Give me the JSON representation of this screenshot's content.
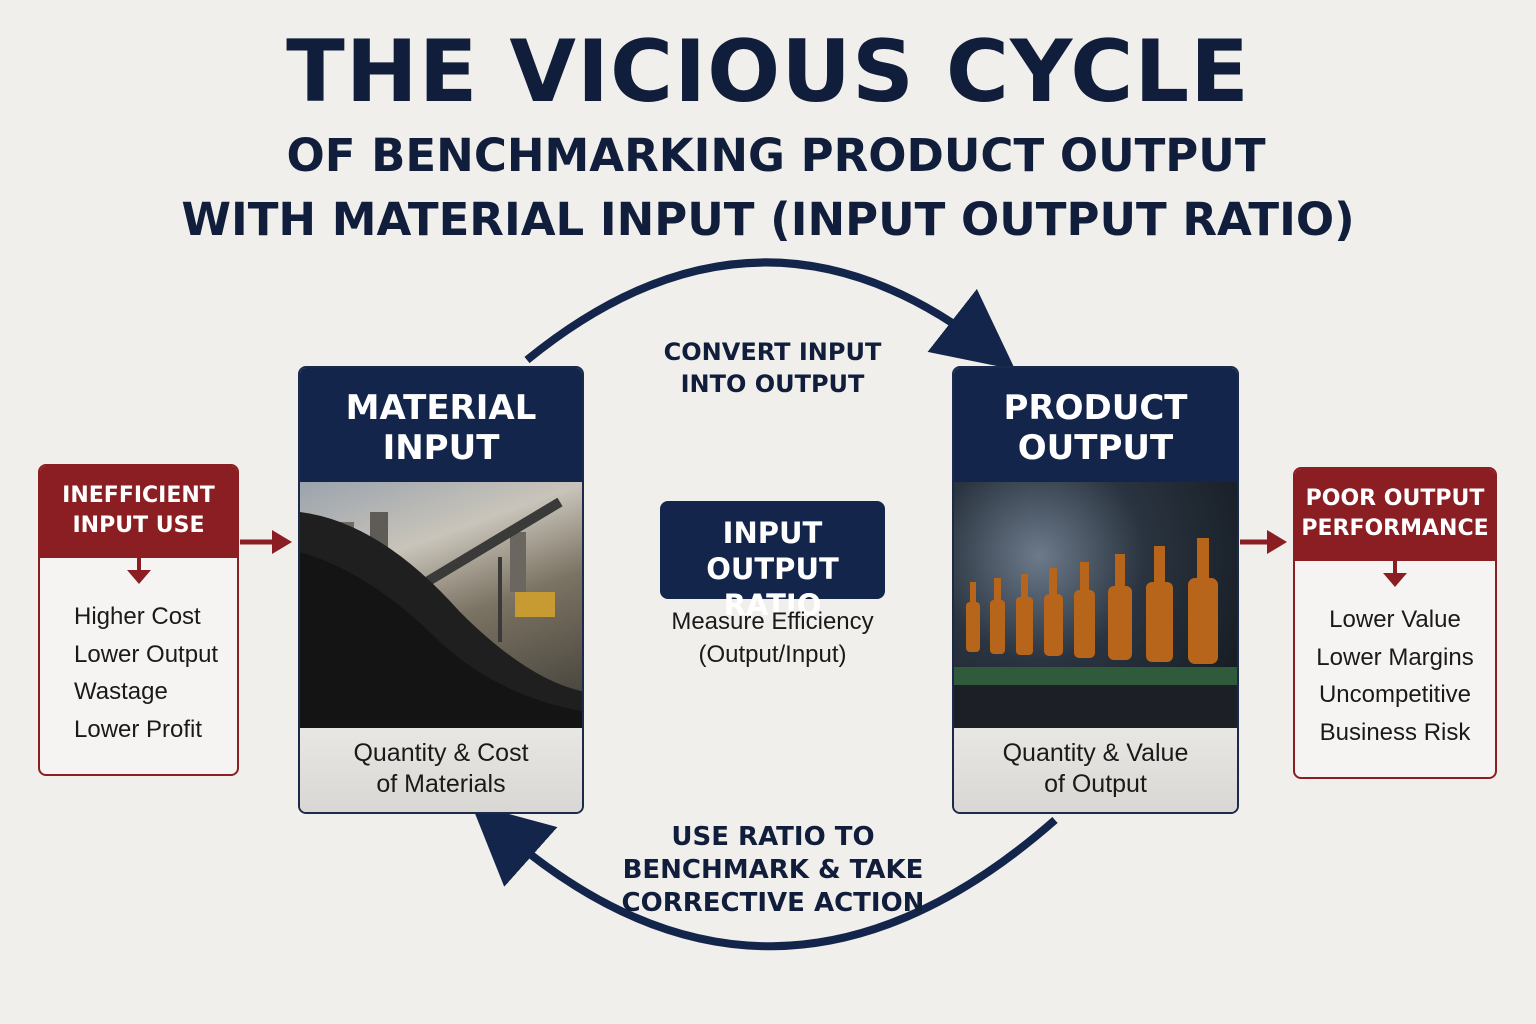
{
  "title": "THE VICIOUS CYCLE",
  "subtitle_line1": "OF BENCHMARKING PRODUCT OUTPUT",
  "subtitle_line2": "WITH MATERIAL INPUT (INPUT OUTPUT RATIO)",
  "cycle": {
    "top_label_line1": "CONVERT INPUT",
    "top_label_line2": "INTO OUTPUT",
    "bottom_label_line1": "USE RATIO TO",
    "bottom_label_line2": "BENCHMARK & TAKE",
    "bottom_label_line3": "CORRECTIVE ACTION"
  },
  "material_input": {
    "title_line1": "MATERIAL",
    "title_line2": "INPUT",
    "caption_line1": "Quantity & Cost",
    "caption_line2": "of Materials",
    "image": "coal-pile-conveyor-photo"
  },
  "product_output": {
    "title_line1": "PRODUCT",
    "title_line2": "OUTPUT",
    "caption_line1": "Quantity & Value",
    "caption_line2": "of Output",
    "image": "bottling-line-photo"
  },
  "ratio": {
    "title_line1": "INPUT OUTPUT",
    "title_line2": "RATIO",
    "desc_line1": "Measure Efficiency",
    "desc_line2": "(Output/Input)"
  },
  "inefficient": {
    "title_line1": "INEFFICIENT",
    "title_line2": "INPUT USE",
    "items": [
      "Higher Cost",
      "Lower Output",
      "Wastage",
      "Lower Profit"
    ]
  },
  "poor_output": {
    "title_line1": "POOR OUTPUT",
    "title_line2": "PERFORMANCE",
    "items": [
      "Lower Value",
      "Lower Margins",
      "Uncompetitive",
      "Business Risk"
    ]
  },
  "colors": {
    "navy": "#14254b",
    "red": "#8b1e22",
    "background": "#f1efec"
  }
}
